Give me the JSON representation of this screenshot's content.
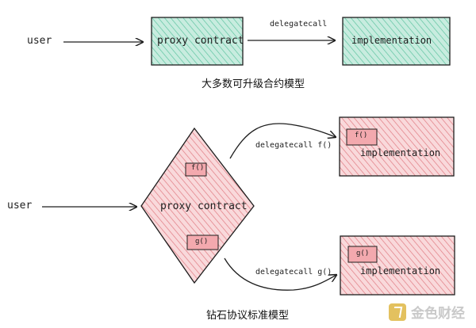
{
  "top_diagram": {
    "user_label": "user",
    "proxy_label": "proxy contract",
    "edge_label": "delegatecall",
    "impl_label": "implementation",
    "caption": "大多数可升级合约模型"
  },
  "bottom_diagram": {
    "user_label": "user",
    "proxy_label": "proxy contract",
    "func_f_label": "f()",
    "func_g_label": "g()",
    "edge_f_label": "delegatecall f()",
    "edge_g_label": "delegatecall g()",
    "impl_f_label": "implementation",
    "impl_f_func_label": "f()",
    "impl_g_label": "implementation",
    "impl_g_func_label": "g()",
    "caption": "钻石协议标准模型"
  },
  "watermark": {
    "text": "金色财经",
    "icon": "golden-finance-logo-icon"
  },
  "colors": {
    "teal_fill": "#bfe8d8",
    "teal_hatch": "#5ec4a0",
    "red_fill": "#f7cfd2",
    "red_hatch": "#e07a82",
    "stroke": "#1e1e1e"
  }
}
